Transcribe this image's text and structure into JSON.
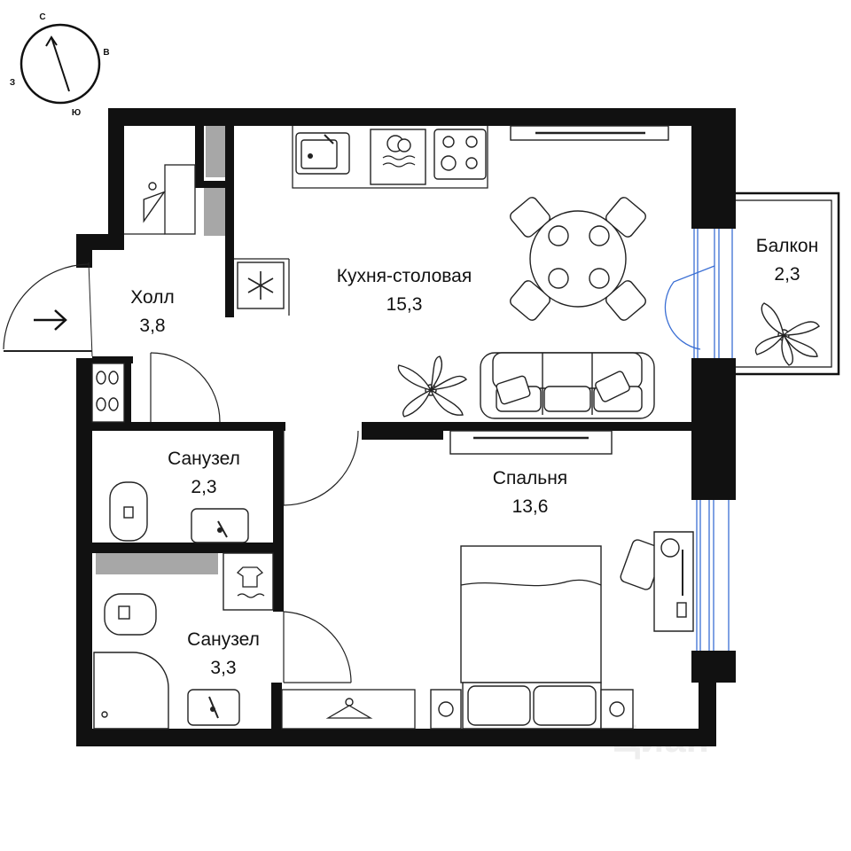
{
  "compass": {
    "north": "С",
    "east": "В",
    "west": "З",
    "south": "Ю"
  },
  "rooms": {
    "hall": {
      "name": "Холл",
      "area": "3,8"
    },
    "kitchen": {
      "name": "Кухня-столовая",
      "area": "15,3"
    },
    "balcony": {
      "name": "Балкон",
      "area": "2,3"
    },
    "bath1": {
      "name": "Санузел",
      "area": "2,3"
    },
    "bedroom": {
      "name": "Спальня",
      "area": "13,6"
    },
    "bath2": {
      "name": "Санузел",
      "area": "3,3"
    }
  },
  "watermark": "Циан",
  "colors": {
    "walls": "#111111",
    "window": "#3b6fd4",
    "partition": "#a7a7a7"
  }
}
